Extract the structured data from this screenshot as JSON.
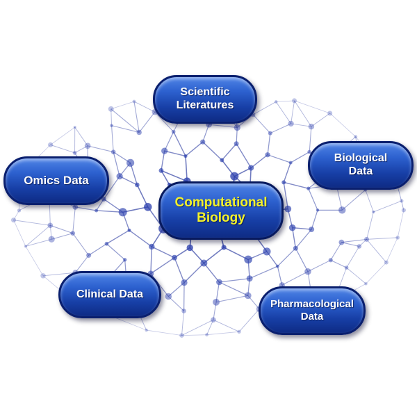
{
  "diagram": {
    "center": {
      "lines": [
        "Computational",
        "Biology"
      ]
    },
    "sources": [
      {
        "id": "scientific-literatures",
        "lines": [
          "Scientific",
          "Literatures"
        ]
      },
      {
        "id": "omics-data",
        "lines": [
          "Omics Data"
        ]
      },
      {
        "id": "biological-data",
        "lines": [
          "Biological",
          "Data"
        ]
      },
      {
        "id": "clinical-data",
        "lines": [
          "Clinical Data"
        ]
      },
      {
        "id": "pharmacological-data",
        "lines": [
          "Pharmacological",
          "Data"
        ]
      }
    ]
  },
  "colors": {
    "pill_fill_top": "#4f84e6",
    "pill_fill_bottom": "#0e2b84",
    "pill_border": "#0a1f6e",
    "label_text": "#ffffff",
    "center_label_text": "#f4f22a",
    "network_line": "#2a3aa0",
    "network_node": "#2b3fae"
  }
}
